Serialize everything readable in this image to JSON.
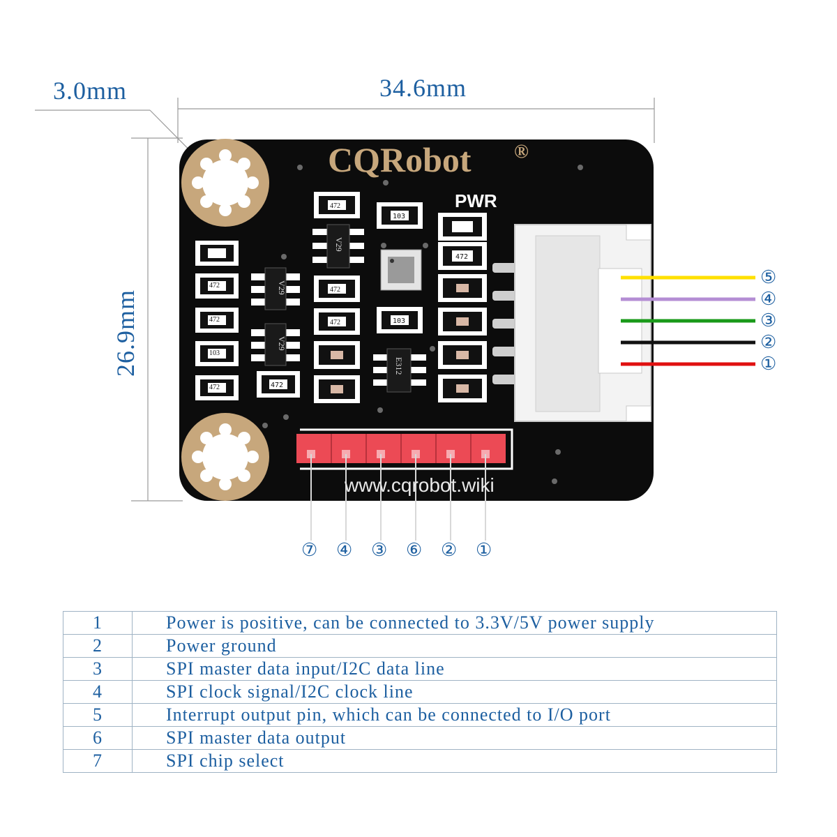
{
  "dimensions": {
    "hole": "3.0mm",
    "width": "34.6mm",
    "height": "26.9mm"
  },
  "board": {
    "brand": "CQRobot",
    "registered_mark": "®",
    "pwr_label": "PWR",
    "website": "www.cqrobot.wiki",
    "resistor_codes": [
      "472",
      "472",
      "103",
      "472",
      "472",
      "472",
      "472",
      "472",
      "103",
      "103",
      "472"
    ],
    "ic_codes": [
      "V29",
      "V29",
      "V29",
      "E312"
    ]
  },
  "connector_wires": [
    {
      "pin": "⑤",
      "color": "#ffe000"
    },
    {
      "pin": "④",
      "color": "#b48ed4"
    },
    {
      "pin": "③",
      "color": "#1a9a1a"
    },
    {
      "pin": "②",
      "color": "#111111"
    },
    {
      "pin": "①",
      "color": "#e01010"
    }
  ],
  "header_pins": [
    "⑦",
    "④",
    "③",
    "⑥",
    "②",
    "①"
  ],
  "pin_table": [
    {
      "no": "1",
      "desc": "Power is positive, can be connected to 3.3V/5V power supply"
    },
    {
      "no": "2",
      "desc": "Power ground"
    },
    {
      "no": "3",
      "desc": "SPI master data input/I2C data line"
    },
    {
      "no": "4",
      "desc": "SPI clock signal/I2C clock line"
    },
    {
      "no": "5",
      "desc": "Interrupt output pin, which can be connected to I/O port"
    },
    {
      "no": "6",
      "desc": "SPI master data output"
    },
    {
      "no": "7",
      "desc": "SPI chip select"
    }
  ],
  "colors": {
    "text_blue": "#1d5fa0",
    "pcb": "#0c0c0c",
    "pad_gold": "#c7a77c",
    "header_red": "#ec4a55"
  }
}
